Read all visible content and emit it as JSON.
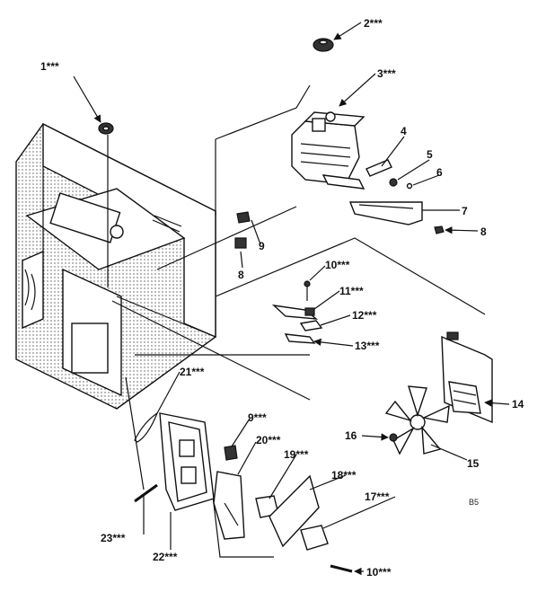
{
  "labels": [
    {
      "id": "1",
      "text": "1***"
    },
    {
      "id": "2",
      "text": "2***"
    },
    {
      "id": "3",
      "text": "3***"
    },
    {
      "id": "4",
      "text": "4"
    },
    {
      "id": "5",
      "text": "5"
    },
    {
      "id": "6",
      "text": "6"
    },
    {
      "id": "7",
      "text": "7"
    },
    {
      "id": "8a",
      "text": "8"
    },
    {
      "id": "8b",
      "text": "8"
    },
    {
      "id": "9a",
      "text": "9"
    },
    {
      "id": "9b",
      "text": "9***"
    },
    {
      "id": "10a",
      "text": "10***"
    },
    {
      "id": "10b",
      "text": "10***"
    },
    {
      "id": "11",
      "text": "11***"
    },
    {
      "id": "12",
      "text": "12***"
    },
    {
      "id": "13",
      "text": "13***"
    },
    {
      "id": "14",
      "text": "14"
    },
    {
      "id": "15",
      "text": "15"
    },
    {
      "id": "16",
      "text": "16"
    },
    {
      "id": "17",
      "text": "17***"
    },
    {
      "id": "18",
      "text": "18***"
    },
    {
      "id": "19",
      "text": "19***"
    },
    {
      "id": "20",
      "text": "20***"
    },
    {
      "id": "21",
      "text": "21***"
    },
    {
      "id": "22",
      "text": "22***"
    },
    {
      "id": "23",
      "text": "23***"
    }
  ],
  "reference_code": "B5"
}
